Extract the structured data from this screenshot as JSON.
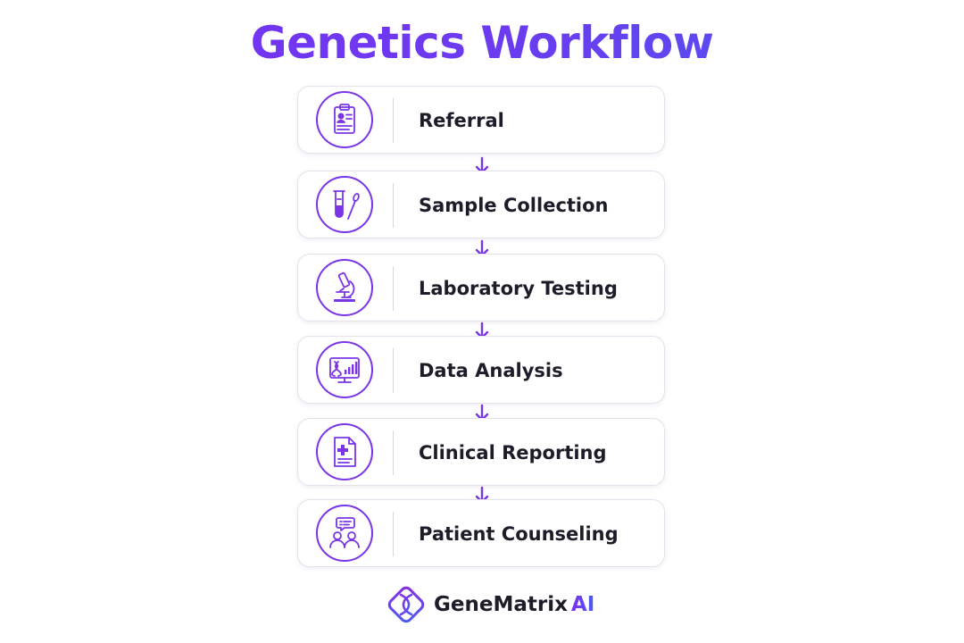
{
  "title": "Genetics Workflow",
  "accent_color": "#7a35e6",
  "steps": [
    {
      "label": "Referral",
      "icon": "clipboard-icon"
    },
    {
      "label": "Sample Collection",
      "icon": "test-tube-swab-icon"
    },
    {
      "label": "Laboratory Testing",
      "icon": "microscope-icon"
    },
    {
      "label": "Data Analysis",
      "icon": "monitor-dna-chart-icon"
    },
    {
      "label": "Clinical Reporting",
      "icon": "medical-report-icon"
    },
    {
      "label": "Patient Counseling",
      "icon": "people-chat-icon"
    }
  ],
  "brand": {
    "name": "GeneMatrix",
    "suffix": "AI",
    "icon": "dna-logo-icon"
  }
}
